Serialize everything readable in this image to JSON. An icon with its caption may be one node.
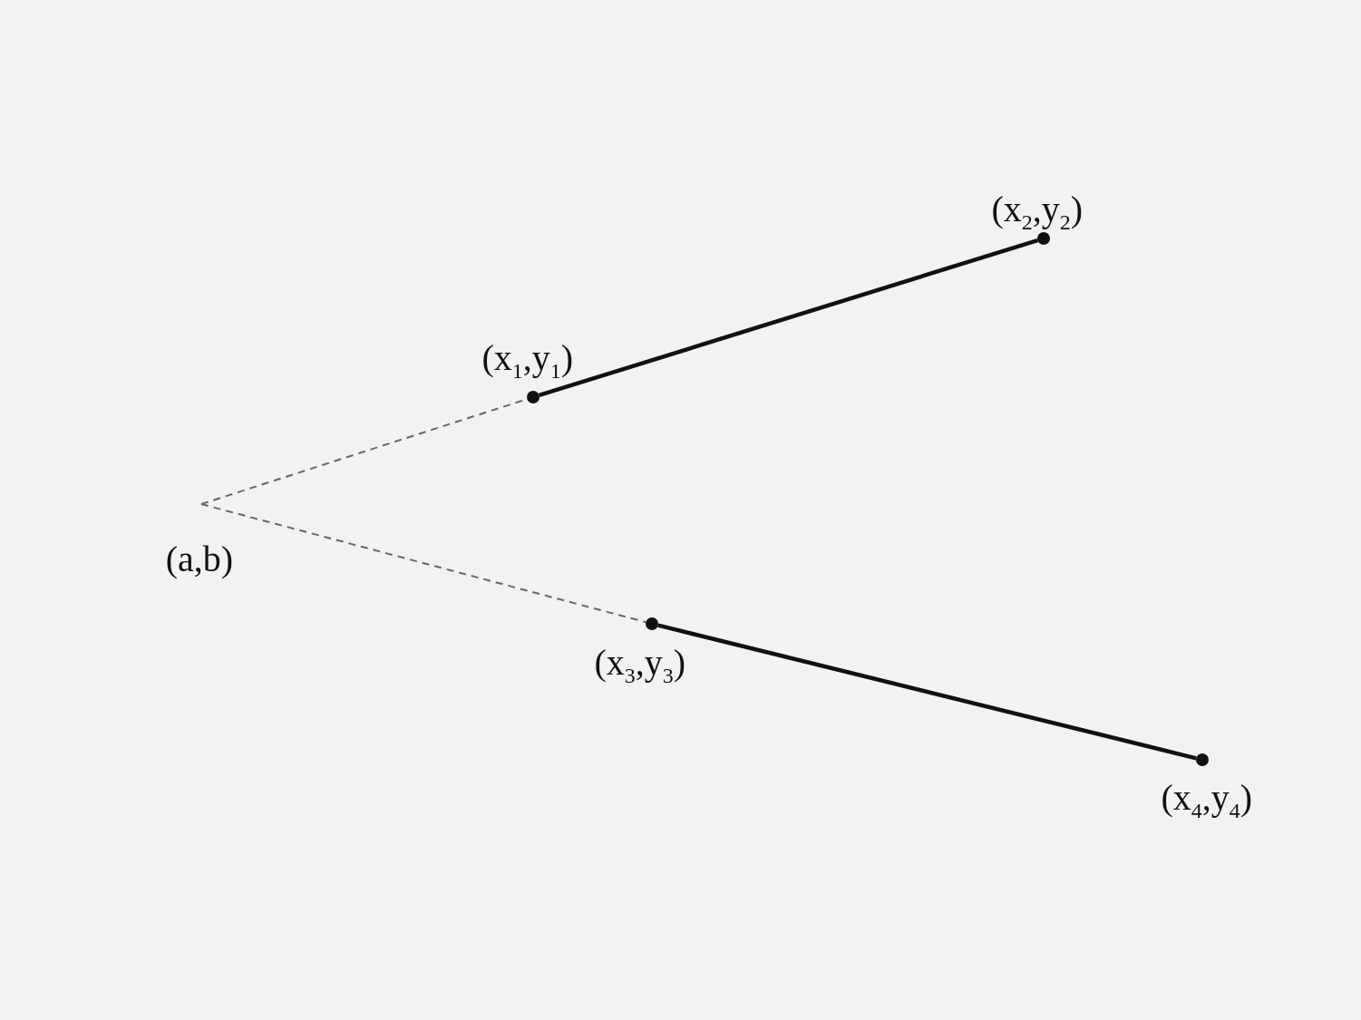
{
  "diagram": {
    "nodes": [
      {
        "text": [],
        "shape": "circle",
        "beside": [
          "(x$_{2}$,y$_{2}$)"
        ]
      },
      {
        "text": [],
        "shape": "circle",
        "beside": [
          "(x$_{1}$,y$_{1}$)"
        ]
      },
      {
        "text": [
          "(a,b)"
        ]
      },
      {
        "text": [],
        "shape": "circle",
        "beside": [
          "(x$_{3}$,y$_{3}$)"
        ]
      },
      {
        "text": [],
        "shape": "circle",
        "beside": [
          "(x$_{4}$,y$_{4}$)"
        ]
      }
    ],
    "edges": [
      {
        "from": 1,
        "to": 0,
        "arrow": "none",
        "style": "thick"
      },
      {
        "from": 2,
        "to": 1,
        "arrow": "none",
        "style": "dashed",
        "color": "#666666"
      },
      {
        "from": 2,
        "to": 3,
        "arrow": "none",
        "style": "dashed",
        "color": "#666666"
      },
      {
        "from": 3,
        "to": 4,
        "arrow": "none",
        "style": "thick"
      }
    ]
  }
}
